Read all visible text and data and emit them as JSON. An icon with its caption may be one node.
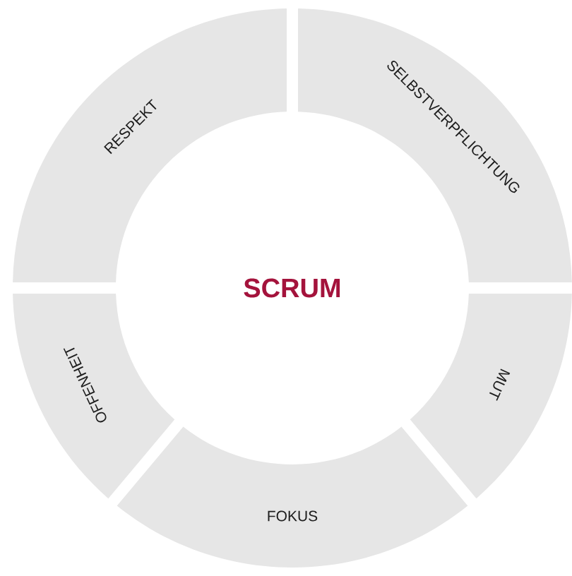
{
  "diagram": {
    "title": "SCRUM",
    "nodes": [
      {
        "text": [
          "SELBSTVERPFLICHTUNG"
        ]
      },
      {
        "text": [
          "RESPEKT"
        ]
      },
      {
        "text": [
          "OFFENHEIT"
        ]
      },
      {
        "text": [
          "FOKUS"
        ]
      },
      {
        "text": [
          "MUT"
        ]
      }
    ]
  }
}
